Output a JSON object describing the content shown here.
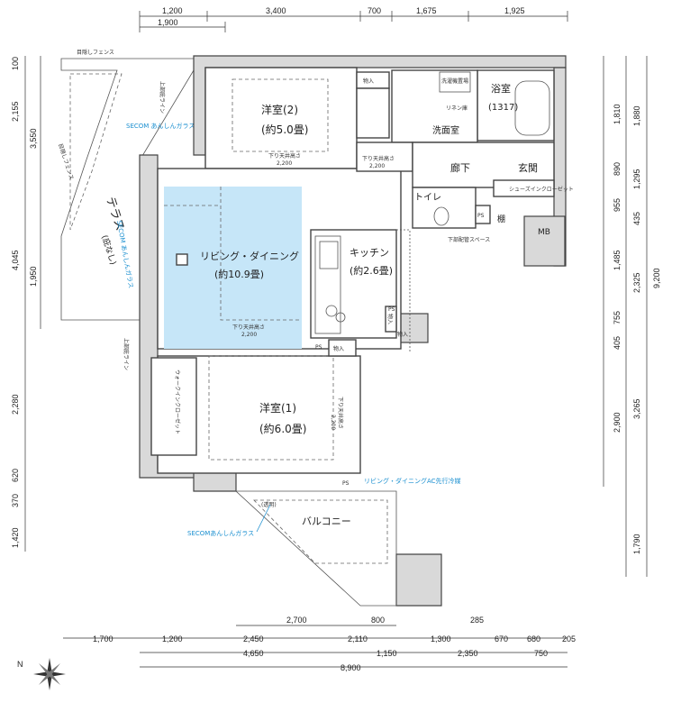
{
  "dims_top_row1": [
    "1,200",
    "3,400",
    "700",
    "1,675",
    "1,925"
  ],
  "dims_top_row2": [
    "1,900"
  ],
  "dims_left_outer": [
    "100",
    "2,155",
    "4,045",
    "2,280",
    "620",
    "370",
    "1,420"
  ],
  "dims_left_inner": [
    "3,550",
    "1,950"
  ],
  "dims_right_inner": [
    "1,810",
    "890",
    "955",
    "1,485",
    "755",
    "405",
    "2,900"
  ],
  "dims_right_mid": [
    "1,880",
    "1,295",
    "435",
    "2,325",
    "3,265",
    "1,790"
  ],
  "dims_right_outer": [
    "9,200"
  ],
  "dims_bottom_row1": [
    "2,700",
    "800",
    "285"
  ],
  "dims_bottom_row2": [
    "1,700",
    "1,200",
    "2,450",
    "2,110",
    "1,300",
    "670",
    "680",
    "205"
  ],
  "dims_bottom_row3": [
    "4,650",
    "1,150",
    "2,350",
    "750"
  ],
  "dims_bottom_total": "8,900",
  "rooms": {
    "bedroom2_name": "洋室(2)",
    "bedroom2_size": "(約5.0畳)",
    "living_name": "リビング・ダイニング",
    "living_size": "(約10.9畳)",
    "kitchen_name": "キッチン",
    "kitchen_size": "(約2.6畳)",
    "bedroom1_name": "洋室(1)",
    "bedroom1_size": "(約6.0畳)",
    "bath_name": "浴室",
    "bath_size": "(1317)",
    "washroom": "洗面室",
    "hallway": "廊下",
    "entrance": "玄関",
    "toilet": "トイレ",
    "terrace_name": "テラス",
    "terrace_note": "(庇なし)",
    "balcony": "バルコニー"
  },
  "small_labels": {
    "storage": "物入",
    "storage2": "物入",
    "storage3": "物入",
    "storage4": "物入",
    "laundry": "洗濯機置場",
    "linen": "リネン庫",
    "wic": "ウォークインクローゼット",
    "shoes": "シューズインクローゼット",
    "shelf": "棚",
    "mb": "MB",
    "ps1": "PS",
    "ps2": "PS",
    "ps3": "PS",
    "ps4": "PS",
    "ceiling1": "下り天井高さ",
    "ceiling1_val": "2,200",
    "ceiling2": "下り天井高さ",
    "ceiling2_val": "2,200",
    "ceiling3": "下り天井高さ",
    "ceiling3_val": "2,200",
    "ceiling4": "下り天井高さ",
    "ceiling4_val": "2,200",
    "piping": "下部配管スペース",
    "fence_top": "目隠しフェンス",
    "fence_left": "目隠しフェンス",
    "upper_line1": "上部庇ライン",
    "upper_line2": "上部庇ライン",
    "secom1": "SECOM あんしんガラス",
    "secom2": "SECOM あんしんガラス",
    "secom3": "SECOMあんしんガラス",
    "ac_note": "リビング・ダイニングAC先行冷媒",
    "clear": "(透明)"
  },
  "colors": {
    "living_highlight": "#c6e6f8",
    "accent": "#1a8fd0",
    "wall": "#d9d9d9"
  }
}
